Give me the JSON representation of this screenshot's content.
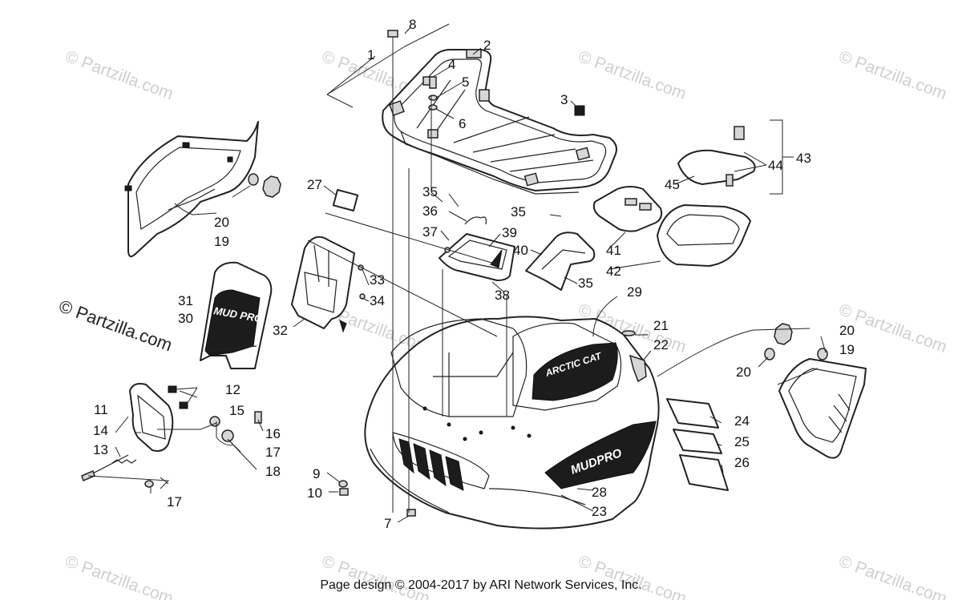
{
  "watermark": "© Partzilla.com",
  "watermark_main": "© Partzilla.com",
  "decals": {
    "mudpro": "MUDPRO",
    "panel_text": "MUD PRO",
    "arctic_cat": "ARCTIC CAT"
  },
  "callouts": {
    "c1": "1",
    "c2": "2",
    "c3": "3",
    "c4": "4",
    "c5": "5",
    "c6": "6",
    "c7": "7",
    "c8": "8",
    "c9": "9",
    "c10": "10",
    "c11": "11",
    "c12": "12",
    "c13": "13",
    "c14": "14",
    "c15": "15",
    "c16": "16",
    "c17a": "17",
    "c17b": "17",
    "c18": "18",
    "c19a": "19",
    "c19b": "19",
    "c20a": "20",
    "c20b": "20",
    "c20c": "20",
    "c21": "21",
    "c22": "22",
    "c23": "23",
    "c24": "24",
    "c25": "25",
    "c26": "26",
    "c27": "27",
    "c28": "28",
    "c29": "29",
    "c30": "30",
    "c31": "31",
    "c32": "32",
    "c33": "33",
    "c34": "34",
    "c35a": "35",
    "c35b": "35",
    "c35c": "35",
    "c36": "36",
    "c37": "37",
    "c38": "38",
    "c39": "39",
    "c40": "40",
    "c41": "41",
    "c42": "42",
    "c43": "43",
    "c44": "44",
    "c45": "45"
  },
  "footer": "Page design © 2004-2017 by ARI Network Services, Inc."
}
